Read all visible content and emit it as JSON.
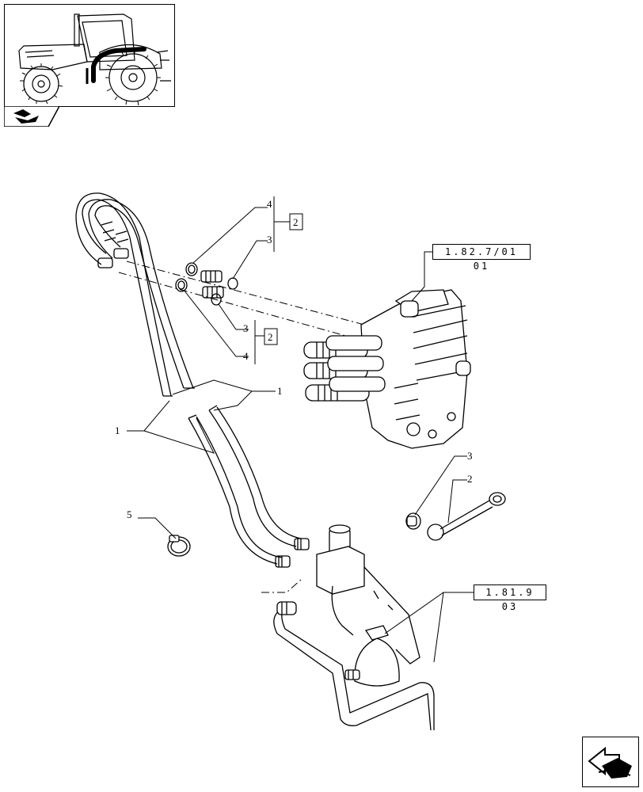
{
  "diagram": {
    "refs": {
      "valve_block": "1.82.7/01 01",
      "accumulator": "1.81.9 03"
    },
    "callouts": {
      "hose_upper": "1",
      "hose_lower": "1",
      "boxed_upper": "2",
      "boxed_lower": "2",
      "plug_upper": "3",
      "plug_lower": "3",
      "oring_upper": "4",
      "oring_lower": "4",
      "cap_chain": "2",
      "plug_single": "3",
      "clamp": "5"
    }
  },
  "icons": {
    "thumbnail": "tractor-thumbnail-icon",
    "section": "section-tab-icon",
    "nav": "navigation-arrow-icon"
  }
}
